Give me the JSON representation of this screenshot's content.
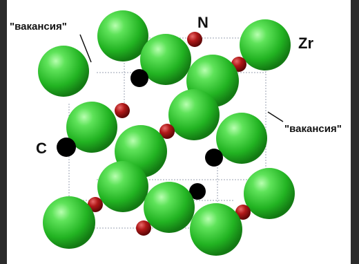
{
  "labels": {
    "vacancy_top_left": "\"вакансия\"",
    "vacancy_right": "\"вакансия\"",
    "nitrogen": "N",
    "zirconium": "Zr",
    "carbon": "C"
  },
  "colors": {
    "zirconium": "#2fbf2f",
    "nitrogen": "#a01010",
    "carbon": "#000000",
    "lattice_line": "#9aa0b0",
    "background_frame": "#2b2b2b"
  }
}
